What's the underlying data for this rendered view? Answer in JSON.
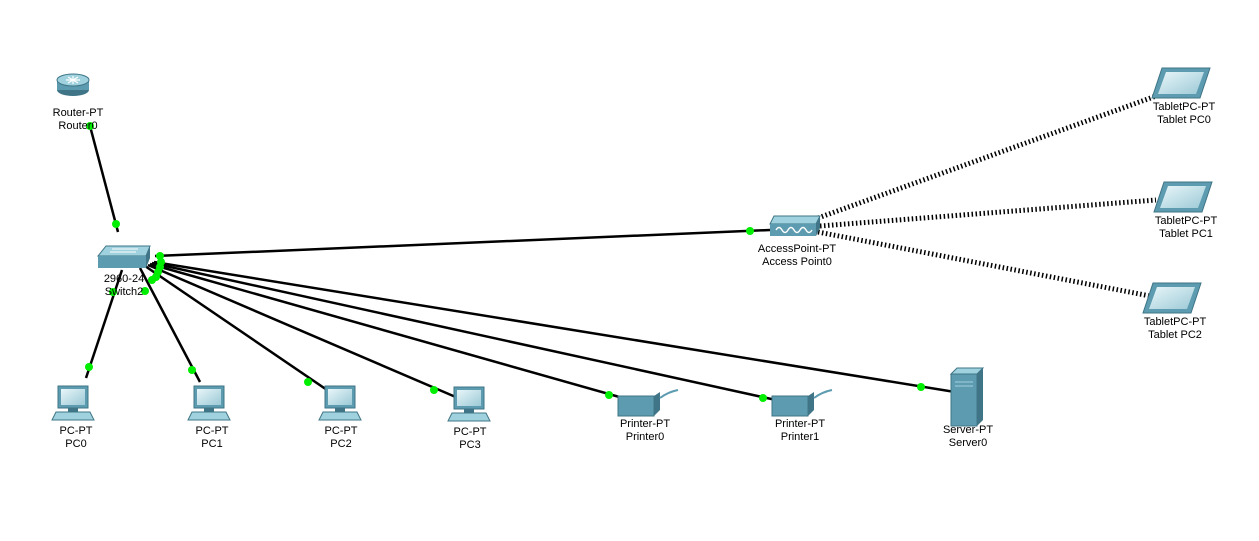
{
  "colors": {
    "background": "#ffffff",
    "link": "#000000",
    "link_up_dot": "#00ee00",
    "device_body": "#5c9bb0",
    "device_dark": "#3f7586",
    "device_light": "#9fd2de"
  },
  "devices": {
    "router0": {
      "model": "Router-PT",
      "name": "Router0",
      "icon": "router-icon"
    },
    "switch2": {
      "model": "2960-24",
      "name": "Switch2",
      "icon": "switch-icon"
    },
    "ap0": {
      "model": "AccessPoint-PT",
      "name": "Access Point0",
      "icon": "access-point-icon"
    },
    "tablet0": {
      "model": "TabletPC-PT",
      "name": "Tablet PC0",
      "icon": "tablet-icon"
    },
    "tablet1": {
      "model": "TabletPC-PT",
      "name": "Tablet PC1",
      "icon": "tablet-icon"
    },
    "tablet2": {
      "model": "TabletPC-PT",
      "name": "Tablet PC2",
      "icon": "tablet-icon"
    },
    "pc0": {
      "model": "PC-PT",
      "name": "PC0",
      "icon": "pc-icon"
    },
    "pc1": {
      "model": "PC-PT",
      "name": "PC1",
      "icon": "pc-icon"
    },
    "pc2": {
      "model": "PC-PT",
      "name": "PC2",
      "icon": "pc-icon"
    },
    "pc3": {
      "model": "PC-PT",
      "name": "PC3",
      "icon": "pc-icon"
    },
    "printer0": {
      "model": "Printer-PT",
      "name": "Printer0",
      "icon": "printer-icon"
    },
    "printer1": {
      "model": "Printer-PT",
      "name": "Printer1",
      "icon": "printer-icon"
    },
    "server0": {
      "model": "Server-PT",
      "name": "Server0",
      "icon": "server-icon"
    }
  },
  "links": [
    {
      "from": "router0",
      "to": "switch2",
      "type": "copper-straight",
      "status": "up"
    },
    {
      "from": "switch2",
      "to": "ap0",
      "type": "copper-straight",
      "status": "up"
    },
    {
      "from": "switch2",
      "to": "pc0",
      "type": "copper-straight",
      "status": "up"
    },
    {
      "from": "switch2",
      "to": "pc1",
      "type": "copper-straight",
      "status": "up"
    },
    {
      "from": "switch2",
      "to": "pc2",
      "type": "copper-straight",
      "status": "up"
    },
    {
      "from": "switch2",
      "to": "pc3",
      "type": "copper-straight",
      "status": "up"
    },
    {
      "from": "switch2",
      "to": "printer0",
      "type": "copper-straight",
      "status": "up"
    },
    {
      "from": "switch2",
      "to": "printer1",
      "type": "copper-straight",
      "status": "up"
    },
    {
      "from": "switch2",
      "to": "server0",
      "type": "copper-straight",
      "status": "up"
    },
    {
      "from": "ap0",
      "to": "tablet0",
      "type": "wireless"
    },
    {
      "from": "ap0",
      "to": "tablet1",
      "type": "wireless"
    },
    {
      "from": "ap0",
      "to": "tablet2",
      "type": "wireless"
    }
  ]
}
